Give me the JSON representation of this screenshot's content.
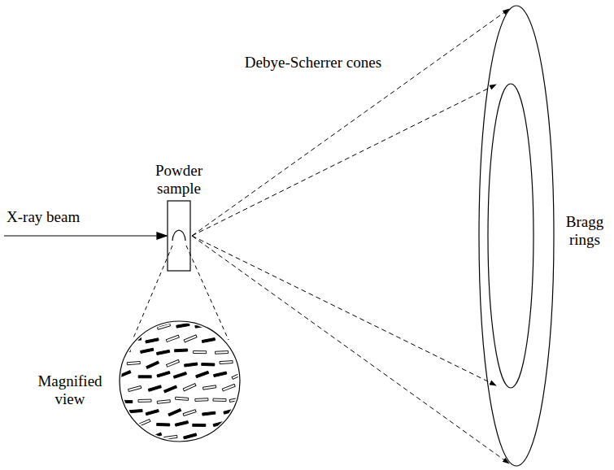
{
  "diagram": {
    "labels": [
      "Debye-Scherrer cones",
      "Powder sample",
      "X-ray beam",
      "Magnified view",
      "Bragg rings"
    ]
  }
}
